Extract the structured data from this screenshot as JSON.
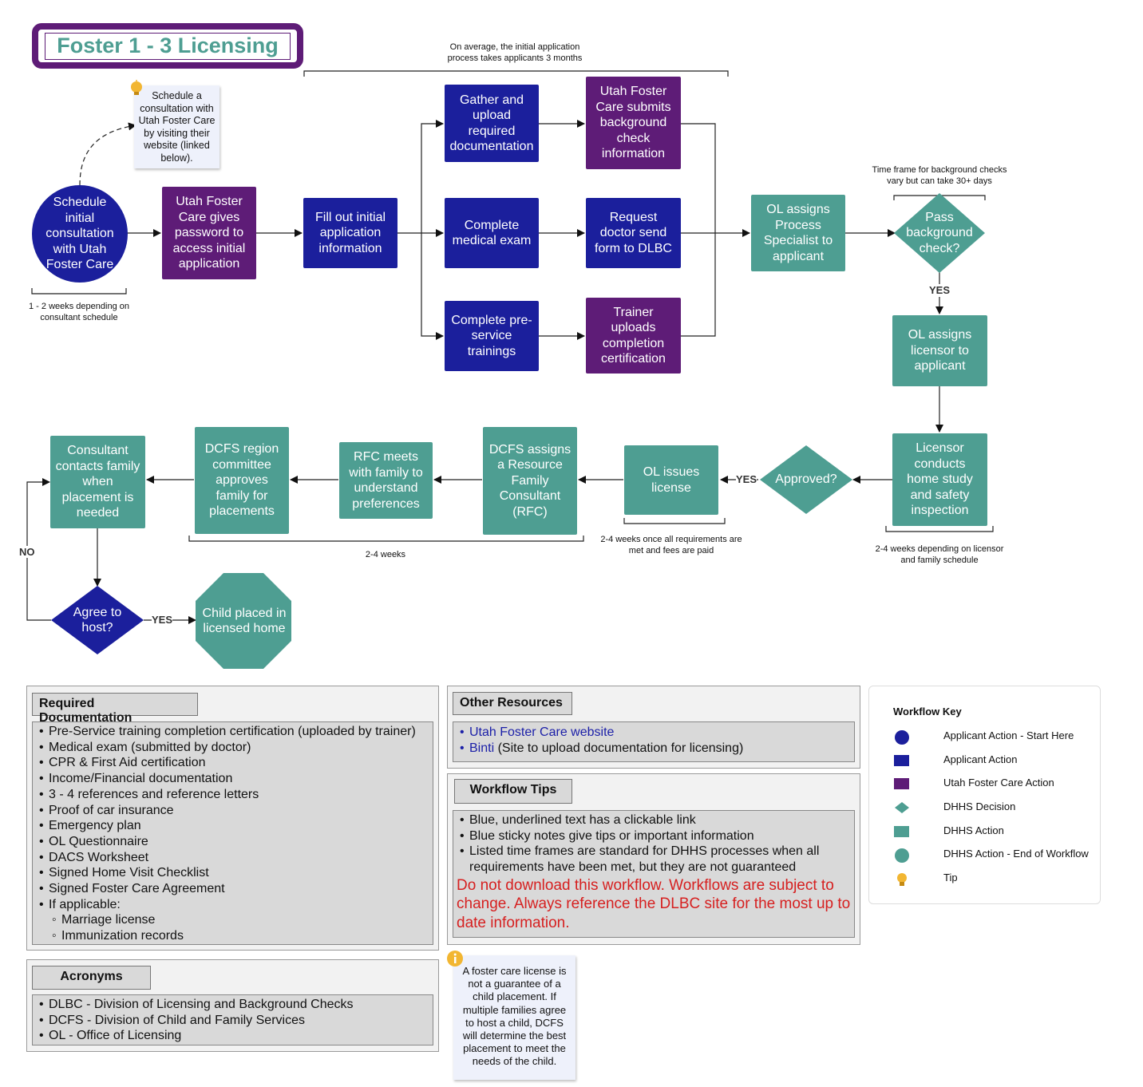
{
  "title": "Foster 1 - 3 Licensing",
  "notes": {
    "initial_process": "On average, the initial application process takes applicants 3 months",
    "consult_time": "1 - 2 weeks depending on consultant schedule",
    "background_time": "Time frame for background checks vary but can take 30+ days",
    "license_time": "2-4 weeks once all requirements are met and fees are paid",
    "home_study_time": "2-4 weeks depending on licensor and family schedule",
    "rfc_time": "2-4 weeks"
  },
  "sticky_schedule": "Schedule a consultation with Utah Foster Care by visiting their website (linked below).",
  "sticky_placement": "A foster care license is not a guarantee of a child placement. If multiple families agree to host a child, DCFS will determine the best placement to meet the needs of the child.",
  "nodes": {
    "schedule": "Schedule initial consultation with Utah Foster Care",
    "password": "Utah Foster Care gives password to access initial application",
    "fill_out": "Fill out initial application information",
    "gather": "Gather and upload required documentation",
    "bg_submit": "Utah Foster Care submits background check information",
    "medical": "Complete medical exam",
    "doctor": "Request doctor send form to DLBC",
    "training": "Complete pre-service trainings",
    "trainer": "Trainer uploads completion certification",
    "ol_process": "OL assigns Process Specialist to applicant",
    "pass_bg": "Pass background check?",
    "ol_licensor": "OL assigns licensor to applicant",
    "home_study": "Licensor conducts home study and safety inspection",
    "approved": "Approved?",
    "issues": "OL issues license",
    "dcfs_rfc": "DCFS assigns a Resource Family Consultant (RFC)",
    "rfc_meets": "RFC meets with family to understand preferences",
    "committee": "DCFS region committee approves family for placements",
    "consultant": "Consultant contacts family when placement is needed",
    "agree": "Agree to host?",
    "placed": "Child placed in licensed home"
  },
  "edge_labels": {
    "yes": "YES",
    "no": "NO"
  },
  "required_doc": {
    "title": "Required Documentation",
    "items": [
      "Pre-Service training completion certification (uploaded by trainer)",
      "Medical exam (submitted by doctor)",
      "CPR & First Aid certification",
      "Income/Financial documentation",
      "3 - 4 references and reference letters",
      "Proof of car insurance",
      "Emergency plan",
      "OL Questionnaire",
      "DACS Worksheet",
      "Signed Home Visit Checklist",
      "Signed Foster Care Agreement",
      "If applicable:"
    ],
    "sub_items": [
      "Marriage license",
      "Immunization records"
    ]
  },
  "acronyms": {
    "title": "Acronyms",
    "items": [
      "DLBC - Division of Licensing and Background Checks",
      "DCFS - Division of Child and Family Services",
      "OL - Office of Licensing"
    ]
  },
  "other_resources": {
    "title": "Other Resources",
    "link1": "Utah Foster Care website",
    "link2": "Binti",
    "link2_rest": " (Site to upload documentation for licensing)"
  },
  "workflow_tips": {
    "title": "Workflow Tips",
    "items": [
      "Blue, underlined text has a clickable link",
      "Blue sticky notes give tips or important information",
      "Listed time frames are standard for DHHS processes when all requirements have been met, but they are not guaranteed"
    ],
    "warning": "Do not download this workflow. Workflows are subject to change. Always reference the DLBC site for the most up to date information."
  },
  "key": {
    "title": "Workflow Key",
    "items": [
      "Applicant Action - Start Here",
      "Applicant Action",
      "Utah Foster Care Action",
      "DHHS Decision",
      "DHHS Action",
      "DHHS Action - End of Workflow",
      "Tip"
    ]
  },
  "colors": {
    "applicant": "#1b1f9c",
    "ufc": "#5e1c77",
    "dhhs": "#4e9e92",
    "title_border": "#5e1c77",
    "warning": "#d62020",
    "tip": "#f2b632"
  }
}
